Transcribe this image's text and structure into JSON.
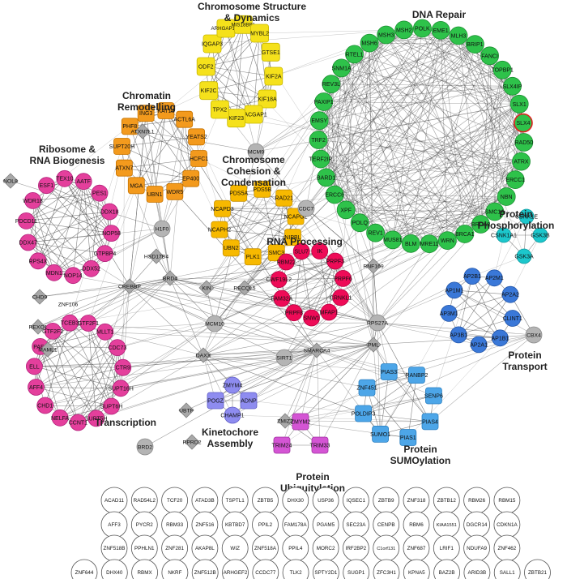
{
  "clusters": [
    {
      "key": "structure",
      "title": [
        "Chromosome Structure",
        "& Dynamics"
      ],
      "color": "#f5e11b",
      "stroke": "#c9b800",
      "shape": "round",
      "nodes": [
        "GTSE1",
        "KIF2A",
        "KIF18A",
        "RACGAP1",
        "KIF23",
        "TPX2",
        "KIF2C",
        "ODF2",
        "IQGAP3",
        "ARHGAP11A",
        "MIS18BP1",
        "MYBL2"
      ]
    },
    {
      "key": "remodel",
      "title": [
        "Chromatin",
        "Remodelling"
      ],
      "color": "#f39a1d",
      "stroke": "#c77400",
      "shape": "round",
      "nodes": [
        "ING3",
        "KAT14",
        "ACTL6A",
        "YEATS2",
        "HCFC1",
        "EP400",
        "WDR5",
        "UBN1",
        "MGA",
        "ATXN7",
        "SUPT20H",
        "PHF8"
      ]
    },
    {
      "key": "cohesion",
      "title": [
        "Chromosome",
        "Cohesion &",
        "Condensation"
      ],
      "color": "#f7b900",
      "stroke": "#c99200",
      "shape": "round",
      "nodes": [
        "PDS5B",
        "RAD21",
        "NCAPG2",
        "NIPBL",
        "SMC3",
        "PLK1",
        "UBN2",
        "NCAPH2",
        "NCAPD3",
        "PDS5A"
      ]
    },
    {
      "key": "repair",
      "title": [
        "DNA Repair"
      ],
      "color": "#2ec24a",
      "stroke": "#1b8f31",
      "shape": "circle",
      "nodes": [
        "EME1",
        "MLH3",
        "BRIP1",
        "FANCI",
        "TOPBP1",
        "SLX4IP",
        "SLX1",
        "SLX4",
        "RAD50",
        "ATRX",
        "ERCC1",
        "NBN",
        "SMC1A",
        "BRCA2",
        "BRCA1",
        "WRN",
        "MRE11",
        "BLM",
        "MUS81",
        "REV1",
        "POLQ",
        "XPF",
        "ERCC6",
        "BARD1",
        "TERF2IP",
        "TRF2",
        "EMSY",
        "PAXIP1",
        "REV3L",
        "SNM1A",
        "RTEL1",
        "MSH6",
        "MSH3",
        "MSH2",
        "POLK"
      ]
    },
    {
      "key": "ribosome",
      "title": [
        "Ribosome &",
        "RNA Biogenesis"
      ],
      "color": "#e43f9c",
      "stroke": "#b3207a",
      "shape": "circle",
      "nodes": [
        "AATF",
        "PES1",
        "DDX18",
        "NOP58",
        "GTPBP4",
        "DDX52",
        "NOP14",
        "MDN1",
        "RPS4X",
        "DDX47",
        "PDCD11",
        "WDR18",
        "ESF1",
        "TEX10"
      ]
    },
    {
      "key": "rna",
      "title": [
        "RNA Processing"
      ],
      "color": "#ee0b57",
      "stroke": "#b80040",
      "shape": "circle",
      "nodes": [
        "IK",
        "PRPF3",
        "PRPF6",
        "CRNKL1",
        "MFAP1",
        "SNW1",
        "PRPF8",
        "FAM32A",
        "CWF19L2",
        "RBM22",
        "SLU7"
      ]
    },
    {
      "key": "transcription",
      "title": [
        "Transcription"
      ],
      "color": "#e43f9c",
      "stroke": "#b3207a",
      "shape": "circle",
      "nodes": [
        "GTF2F1",
        "MLLT1",
        "CDC73",
        "CTR9",
        "SUPT16H",
        "SUPT6H",
        "SUPT5H",
        "CCNT1",
        "NELFA",
        "CHD1",
        "AFF4",
        "ELL",
        "PAF1",
        "GTF2F2",
        "TCEB3"
      ]
    },
    {
      "key": "phospho",
      "title": [
        "Protein",
        "Phosphorylation"
      ],
      "color": "#1cc7cc",
      "stroke": "#0e9a9e",
      "shape": "circle",
      "nodes": [
        "CSNK1E",
        "GSK3B",
        "GSK3A",
        "CSNK1A1"
      ]
    },
    {
      "key": "transport",
      "title": [
        "Protein",
        "Transport"
      ],
      "color": "#3a78d8",
      "stroke": "#2255a8",
      "shape": "circle",
      "nodes": [
        "AP2M1",
        "AP2A2",
        "CLINT1",
        "AP1B1",
        "AP2A1",
        "AP3B1",
        "AP3M1",
        "AP1M1",
        "AP2B1"
      ]
    },
    {
      "key": "sumo",
      "title": [
        "Protein",
        "SUMOylation"
      ],
      "color": "#4da6e8",
      "stroke": "#2a7fc0",
      "shape": "round",
      "nodes": [
        "RANBP2",
        "SENP6",
        "PIAS4",
        "PIAS1",
        "SUMO1",
        "POLDIP3",
        "ZNF451",
        "PIAS3"
      ]
    },
    {
      "key": "kinetochore",
      "title": [
        "Kinetochore",
        "Assembly"
      ],
      "color": "#8e8cf0",
      "stroke": "#5f5cc4",
      "shape": "mixed",
      "nodes": [
        "ZMYM4",
        "ADNP",
        "CHAMP1",
        "POGZ"
      ]
    },
    {
      "key": "ubiq",
      "title": [
        "Protein",
        "Ubiquitylation"
      ],
      "color": "#d455d4",
      "stroke": "#a031a0",
      "shape": "round",
      "nodes": [
        "ZMYM2",
        "TRIM33",
        "TRIM24"
      ]
    }
  ],
  "hubs": [
    {
      "name": "MCM9",
      "shape": "circle"
    },
    {
      "name": "CDC7",
      "shape": "circle"
    },
    {
      "name": "H1F0",
      "shape": "circle"
    },
    {
      "name": "BRD4",
      "shape": "diamond"
    },
    {
      "name": "KIN",
      "shape": "diamond"
    },
    {
      "name": "RECQL5",
      "shape": "diamond"
    },
    {
      "name": "RNF169",
      "shape": "diamond"
    },
    {
      "name": "RPS27A",
      "shape": "circle"
    },
    {
      "name": "CREBBP",
      "shape": "diamond"
    },
    {
      "name": "HSD17B4",
      "shape": "diamond"
    },
    {
      "name": "MCM10",
      "shape": "circle"
    },
    {
      "name": "DAXX",
      "shape": "diamond"
    },
    {
      "name": "SIRT1",
      "shape": "circle"
    },
    {
      "name": "SMARCA4",
      "shape": "diamond"
    },
    {
      "name": "PML",
      "shape": "diamond"
    },
    {
      "name": "CBX4",
      "shape": "circle"
    },
    {
      "name": "UBTF",
      "shape": "diamond"
    },
    {
      "name": "ZMIZ2",
      "shape": "diamond"
    },
    {
      "name": "BRD2",
      "shape": "circle"
    },
    {
      "name": "RPRD2",
      "shape": "diamond"
    },
    {
      "name": "ATXN7L1",
      "shape": "diamond"
    },
    {
      "name": "NOL8",
      "shape": "diamond"
    },
    {
      "name": "CHD9",
      "shape": "diamond"
    },
    {
      "name": "ZNF106",
      "shape": "none"
    },
    {
      "name": "REXO1",
      "shape": "diamond"
    },
    {
      "name": "MAML1",
      "shape": "diamond"
    }
  ],
  "grid": [
    [
      "ACAD11",
      "RAD54L2",
      "TCF20",
      "ATAD3B",
      "TSPTL1",
      "ZBTB5",
      "DHX30",
      "USP36",
      "IQSEC1",
      "ZBTB9",
      "ZNF318",
      "ZBTB12",
      "RBM26",
      "RBM15"
    ],
    [
      "AFF3",
      "PYCR2",
      "RBM33",
      "ZNF516",
      "KBTBD7",
      "PPIL2",
      "FAM178A",
      "PGAM5",
      "SEC23A",
      "CENPB",
      "RBM6",
      "KIAA1551",
      "DGCR14",
      "CDKN1A"
    ],
    [
      "ZNF518B",
      "PPHLN1",
      "ZNF281",
      "AKAP8L",
      "WIZ",
      "ZNF518A",
      "PPIL4",
      "MORC2",
      "IRF2BP2",
      "C1orf131",
      "ZNF687",
      "LRIF1",
      "NDUFA9",
      "ZNF462"
    ],
    [
      "ZNF644",
      "DHX40",
      "RBMX",
      "NKRF",
      "ZNF512B",
      "ARHGEF2",
      "CCDC77",
      "TLK2",
      "SPTY2D1",
      "SUGP1",
      "ZFC3H1",
      "KPNA5",
      "BAZ2B",
      "ARID3B",
      "SALL1",
      "ZBTB21"
    ]
  ]
}
